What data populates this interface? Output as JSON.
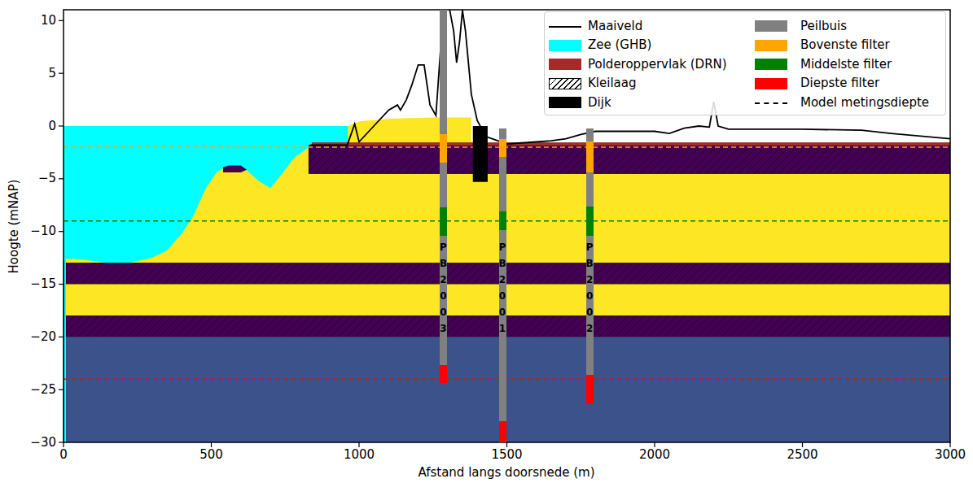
{
  "diagram": {
    "nodes": [
      {
        "text": [
          "PB2003"
        ]
      },
      {
        "text": [
          "PB2001"
        ]
      },
      {
        "text": [
          "PB2002"
        ]
      }
    ],
    "labels": [
      "10",
      "5",
      "0",
      "−5",
      "−10",
      "−15",
      "−20",
      "−25",
      "−30",
      "0",
      "500",
      "1000",
      "1500",
      "2000",
      "2500",
      "3000",
      "Hoogte (mNAP)",
      "Afstand langs doorsnede (m)"
    ],
    "legend": [
      {
        "text": "Maaiveld"
      },
      {
        "text": "Zee (GHB)",
        "color": "#00ffff"
      },
      {
        "text": "Polderoppervlak (DRN)",
        "color": "#a52a2a"
      },
      {
        "text": "Kleilaag"
      },
      {
        "text": "Dijk",
        "color": "#000000"
      },
      {
        "text": "Peilbuis",
        "color": "#808080"
      },
      {
        "text": "Bovenste filter",
        "color": "#ffa500"
      },
      {
        "text": "Middelste filter",
        "color": "#008000"
      },
      {
        "text": "Diepste filter",
        "color": "#ff0000"
      },
      {
        "text": "Model metingsdiepte"
      }
    ]
  }
}
